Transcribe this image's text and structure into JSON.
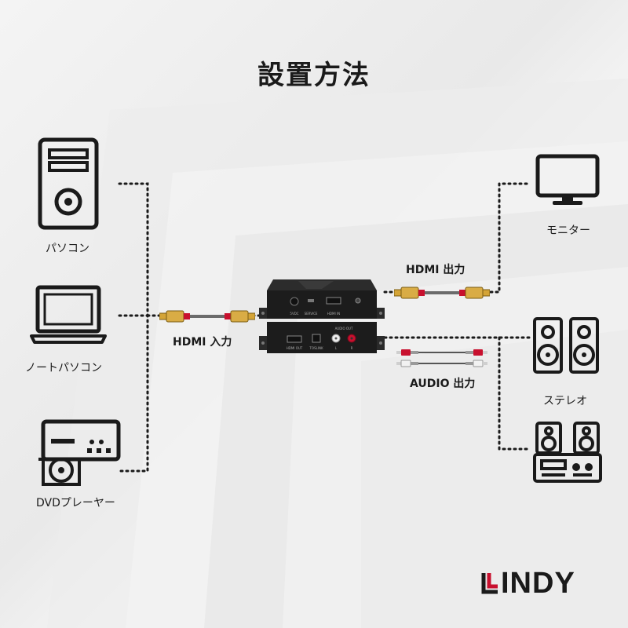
{
  "title": "設置方法",
  "sources": {
    "pc": {
      "label": "パソコン",
      "icon": "desktop-pc-icon"
    },
    "laptop": {
      "label": "ノートパソコン",
      "icon": "laptop-icon"
    },
    "dvd": {
      "label": "DVDプレーヤー",
      "icon": "dvd-player-icon"
    }
  },
  "outputs": {
    "monitor": {
      "label": "モニター",
      "icon": "monitor-icon"
    },
    "stereo": {
      "label": "ステレオ",
      "icon": "speakers-icon"
    },
    "hifi": {
      "icon": "hifi-system-icon"
    }
  },
  "cables": {
    "hdmi_in": "HDMI 入力",
    "hdmi_out": "HDMI 出力",
    "audio_out": "AUDIO 出力"
  },
  "device": {
    "top_ports": [
      "5VDC",
      "SERVICE",
      "HDMI IN"
    ],
    "bottom_ports": [
      "HDMI OUT",
      "TOSLINK",
      "AUDIO OUT",
      "L",
      "R"
    ]
  },
  "brand": {
    "logo_text": "LINDY",
    "accent": "#c8102e"
  },
  "colors": {
    "line": "#1a1a1a",
    "device_body": "#1c1c1c",
    "hdmi_gold": "#d4a437",
    "rca_red": "#c8102e"
  }
}
